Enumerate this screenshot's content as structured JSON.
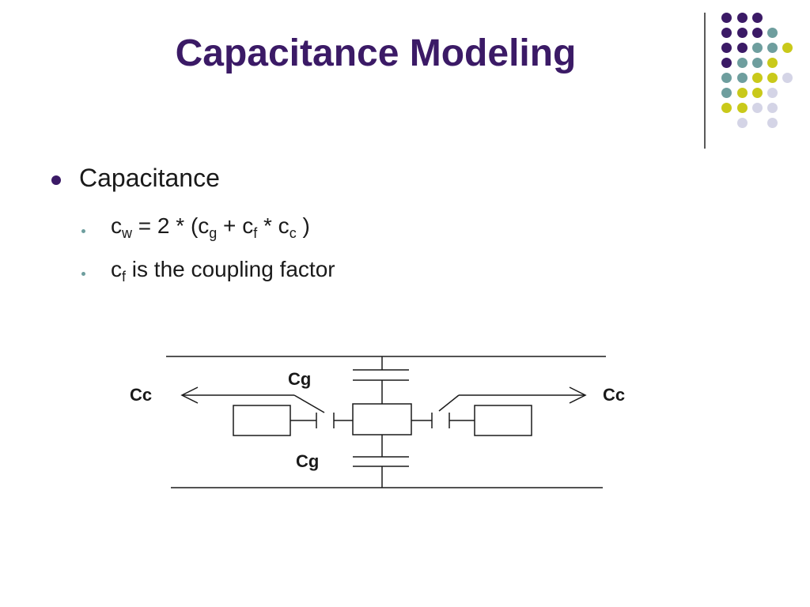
{
  "title": "Capacitance Modeling",
  "bullets": {
    "level1": "Capacitance",
    "formula": {
      "c1": "c",
      "sub_w": "w",
      "eq": " = 2 * (c",
      "sub_g": "g",
      "plus": " + c",
      "sub_f": "f",
      "times": " * c",
      "sub_c": "c",
      "close": " )"
    },
    "coupling": {
      "c": "c",
      "sub_f": "f",
      "text": " is the coupling factor"
    }
  },
  "diagram": {
    "label_cg_top": "Cg",
    "label_cg_bottom": "Cg",
    "label_cc_left": "Cc",
    "label_cc_right": "Cc"
  },
  "colors": {
    "purple": "#3b1a66",
    "teal": "#6e9e9e",
    "yellow": "#c9c91a",
    "lavender": "#d4d4e6"
  }
}
